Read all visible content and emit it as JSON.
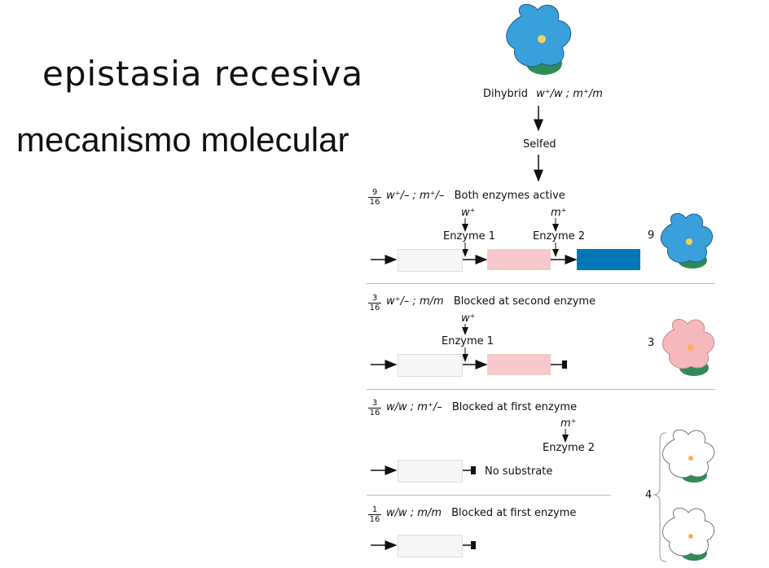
{
  "title": "epistasia recesiva",
  "subtitle": "mecanismo molecular",
  "diagram": {
    "dihybrid": {
      "label": "Dihybrid",
      "genotype": "w⁺/w ; m⁺/m"
    },
    "selfed": "Selfed",
    "rows": [
      {
        "num": "9",
        "den": "16",
        "genotype": "w⁺/– ; m⁺/–",
        "desc": "Both enzymes active",
        "count": "9"
      },
      {
        "num": "3",
        "den": "16",
        "genotype": "w⁺/– ; m/m",
        "desc": "Blocked at second enzyme",
        "count": "3"
      },
      {
        "num": "3",
        "den": "16",
        "genotype": "w/w ; m⁺/–",
        "desc": "Blocked at first enzyme"
      },
      {
        "num": "1",
        "den": "16",
        "genotype": "w/w ; m/m",
        "desc": "Blocked at first enzyme"
      }
    ],
    "enzyme1_gene": "w⁺",
    "enzyme1": "Enzyme 1",
    "enzyme2_gene": "m⁺",
    "enzyme2": "Enzyme 2",
    "no_substrate": "No substrate",
    "white_count": "4",
    "colors": {
      "blue": "#0077b6",
      "pink": "#f7c8cc",
      "white": "#f6f6f6",
      "flower_blue": "#3aa0dc",
      "flower_pink": "#f5b8bc",
      "leaf": "#2e8b57"
    }
  }
}
